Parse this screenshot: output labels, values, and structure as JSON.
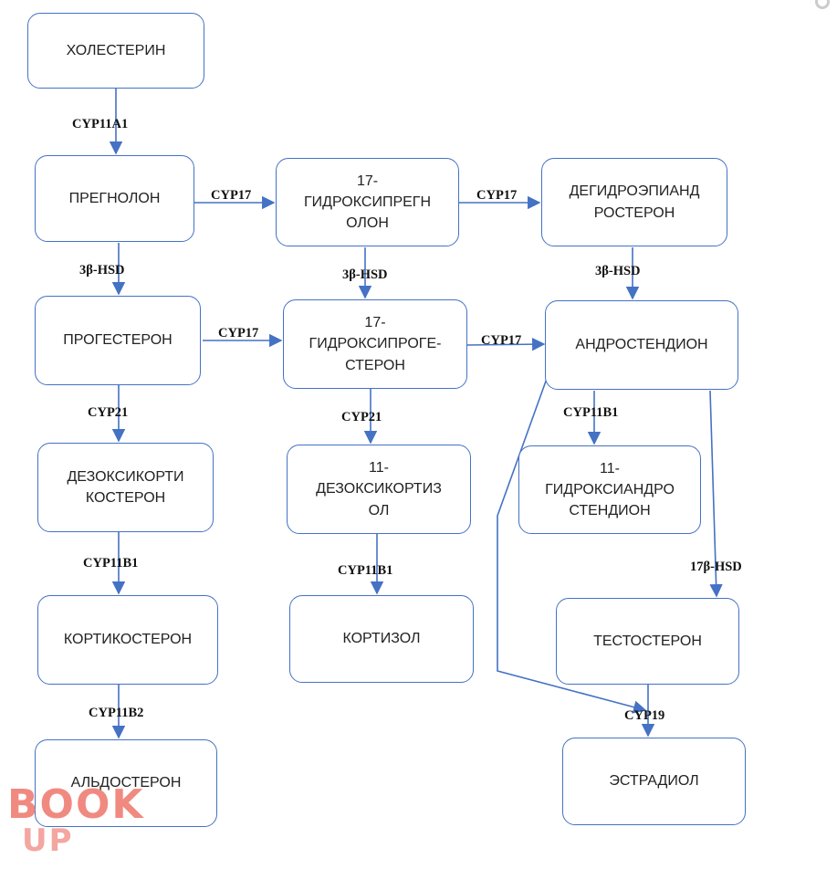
{
  "nodes": {
    "cholesterol": "ХОЛЕСТЕРИН",
    "pregnenolone": "ПРЕГНОЛОН",
    "hydroxypregnenolone": "17-\nГИДРОКСИПРЕГН\nОЛОН",
    "dhea": "ДЕГИДРОЭПИАНД\nРОСТЕРОН",
    "progesterone": "ПРОГЕСТЕРОН",
    "hydroxyprogesterone": "17-\nГИДРОКСИПРОГЕ-\nСТЕРОН",
    "androstenedione": "АНДРОСТЕНДИОН",
    "deoxycorticosterone": "ДЕЗОКСИКОРТИ\nКОСТЕРОН",
    "deoxycortisol": "11-\nДЕЗОКСИКОРТИЗ\nОЛ",
    "hydroxyandrostenedione": "11-\nГИДРОКСИАНДРО\nСТЕНДИОН",
    "corticosterone": "КОРТИКОСТЕРОН",
    "cortisol": "КОРТИЗОЛ",
    "testosterone": "ТЕСТОСТЕРОН",
    "aldosterone": "АЛЬДОСТЕРОН",
    "estradiol": "ЭСТРАДИОЛ"
  },
  "enzymes": {
    "cyp11a1": "CYP11A1",
    "cyp17_a": "CYP17",
    "cyp17_b": "CYP17",
    "hsd3b_a": "3β-HSD",
    "hsd3b_b": "3β-HSD",
    "hsd3b_c": "3β-HSD",
    "cyp17_c": "CYP17",
    "cyp17_d": "CYP17",
    "cyp21_a": "CYP21",
    "cyp21_b": "CYP21",
    "cyp11b1_a": "CYP11B1",
    "cyp11b1_b": "CYP11B1",
    "cyp11b1_c": "CYP11B1",
    "hsd17b": "17β-HSD",
    "cyp11b2": "CYP11B2",
    "cyp19": "CYP19"
  },
  "logo": {
    "line1": "BOOK",
    "line2": "UP"
  },
  "colors": {
    "box_border": "#4472c4",
    "arrow": "#4472c4",
    "logo": "#f08a80"
  }
}
